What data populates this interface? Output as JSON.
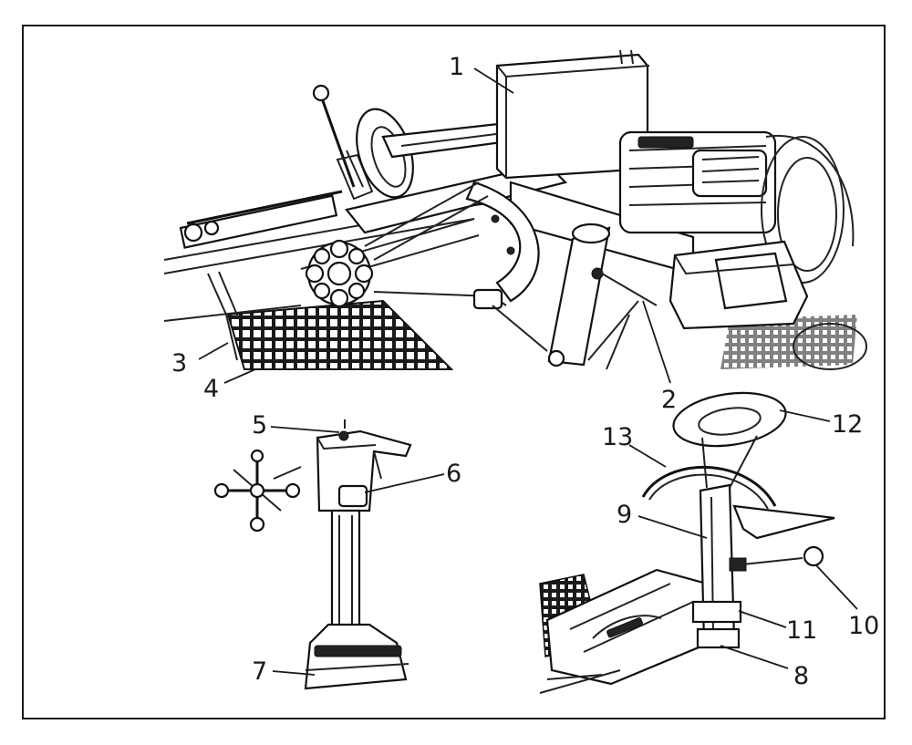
{
  "figure": {
    "callouts": [
      "1",
      "2",
      "3",
      "4",
      "5",
      "6",
      "7",
      "8",
      "9",
      "10",
      "11",
      "12",
      "13"
    ]
  },
  "colors": {
    "ink": "#1a1a1a",
    "background": "#ffffff"
  },
  "parts": [
    "main-machine-drawing",
    "grid-mat",
    "cross-spindle",
    "pedestal-stand",
    "turntable-assembly"
  ]
}
